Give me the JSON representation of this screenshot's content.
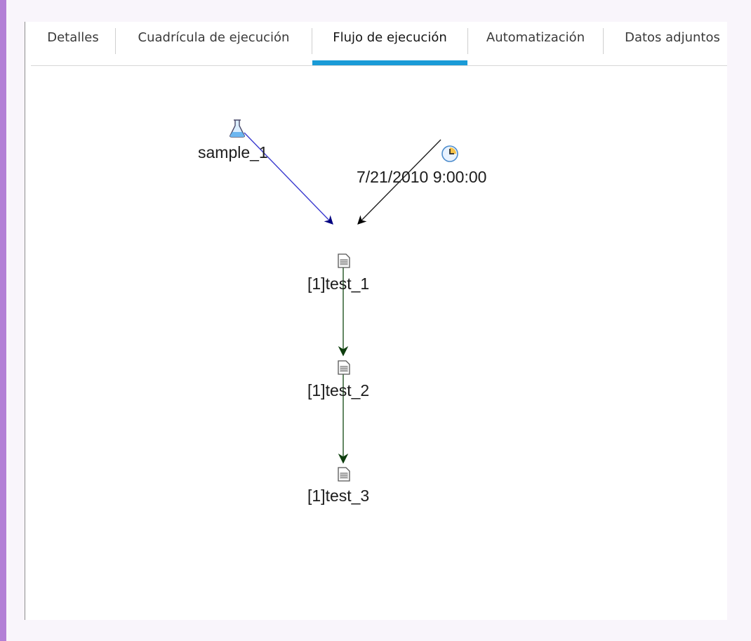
{
  "tabs": [
    {
      "label": "Detalles",
      "active": false
    },
    {
      "label": "Cuadrícula de ejecución",
      "active": false
    },
    {
      "label": "Flujo de ejecución",
      "active": true
    },
    {
      "label": "Automatización",
      "active": false
    },
    {
      "label": "Datos adjuntos",
      "active": false
    }
  ],
  "flow": {
    "nodes": {
      "sample": {
        "label": "sample_1",
        "icon": "flask-icon"
      },
      "schedule": {
        "label": "7/21/2010 9:00:00",
        "icon": "clock-icon"
      },
      "test1": {
        "label": "[1]test_1",
        "icon": "test-document-icon"
      },
      "test2": {
        "label": "[1]test_2",
        "icon": "test-document-icon"
      },
      "test3": {
        "label": "[1]test_3",
        "icon": "test-document-icon"
      }
    },
    "links": [
      {
        "from": "sample_1",
        "to": "[1]test_1",
        "color": "#2020c0"
      },
      {
        "from": "7/21/2010 9:00:00",
        "to": "[1]test_1",
        "color": "#202020"
      },
      {
        "from": "[1]test_1",
        "to": "[1]test_2",
        "color": "#1f5f1f"
      },
      {
        "from": "[1]test_2",
        "to": "[1]test_3",
        "color": "#1f5f1f"
      }
    ]
  },
  "colors": {
    "accent": "#b37fd6",
    "active_tab_underline": "#1a9bd7"
  }
}
